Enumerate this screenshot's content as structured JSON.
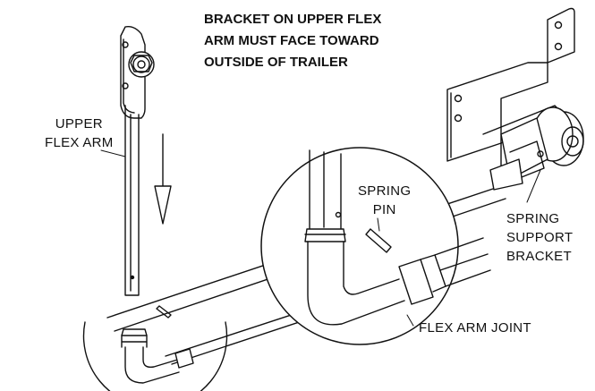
{
  "note": {
    "lines": [
      "BRACKET ON UPPER FLEX",
      "ARM MUST FACE TOWARD",
      "OUTSIDE OF TRAILER"
    ]
  },
  "labels": {
    "upper_flex_arm": "UPPER\nFLEX ARM",
    "spring_pin": "SPRING\nPIN",
    "spring_support_bracket": "SPRING\nSUPPORT\nBRACKET",
    "flex_arm_joint": "FLEX ARM JOINT"
  },
  "colors": {
    "line": "#111111",
    "background": "#ffffff"
  }
}
